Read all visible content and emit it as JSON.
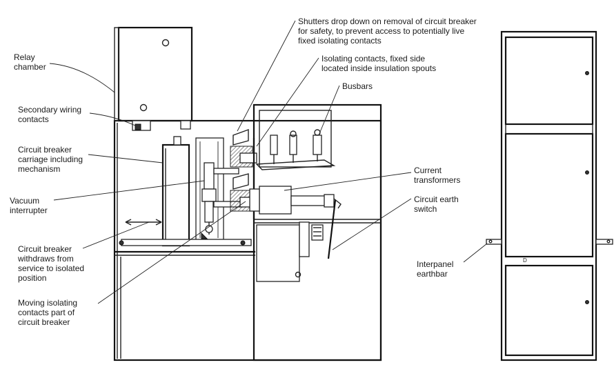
{
  "labels": {
    "relay_chamber": "Relay\nchamber",
    "secondary_wiring": "Secondary wiring\ncontacts",
    "cb_carriage": "Circuit breaker\ncarriage including\nmechanism",
    "vacuum_interrupter": "Vacuum\ninterrupter",
    "cb_withdraws": "Circuit breaker\nwithdraws from\nservice to isolated\nposition",
    "moving_contacts": "Moving isolating\ncontacts part of\ncircuit breaker",
    "shutters": "Shutters drop down on removal of circuit breaker\nfor safety, to prevent access to potentially live\nfixed isolating contacts",
    "isolating_fixed": "Isolating contacts, fixed side\nlocated inside insulation spouts",
    "busbars": "Busbars",
    "current_transformers": "Current\ntransformers",
    "circuit_earth_switch": "Circuit earth\nswitch",
    "interpanel_earthbar": "Interpanel\nearthbar"
  },
  "colors": {
    "line": "#222222",
    "background": "#ffffff"
  }
}
